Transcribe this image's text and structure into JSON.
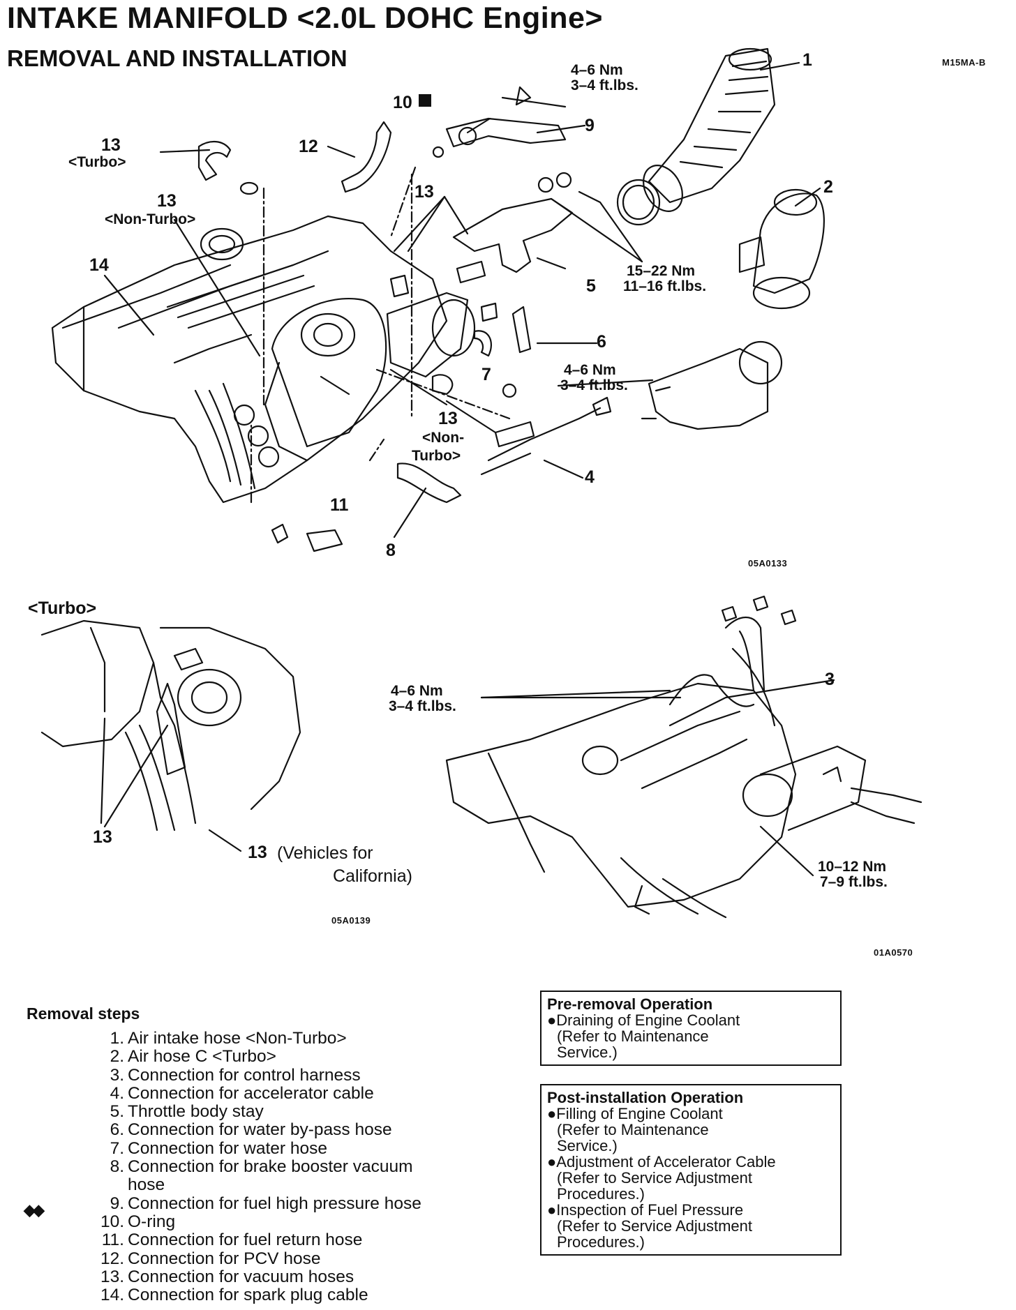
{
  "header": {
    "title": "INTAKE MANIFOLD <2.0L DOHC Engine>",
    "subtitle": "REMOVAL AND INSTALLATION",
    "doc_code": "M15MA-B"
  },
  "figure_top": {
    "code": "05A0133",
    "labels": {
      "l1": "1",
      "l2": "2",
      "l3_none": "",
      "l4": "4",
      "l5": "5",
      "l6": "6",
      "l7": "7",
      "l8": "8",
      "l9": "9",
      "l10": "10",
      "l11": "11",
      "l12": "12",
      "l13_turbo": "13",
      "l13_turbo_tag": "<Turbo>",
      "l13_nonturbo": "13",
      "l13_nonturbo_tag": "<Non-Turbo>",
      "l13_mid": "13",
      "l13_lower": "13",
      "l13_lower_tag_a": "<Non-",
      "l13_lower_tag_b": "Turbo>",
      "l14": "14",
      "torque_a_nm": "4–6 Nm",
      "torque_a_ft": "3–4 ft.lbs.",
      "torque_b_nm": "15–22 Nm",
      "torque_b_ft": "11–16 ft.lbs.",
      "torque_c_nm": "4–6 Nm",
      "torque_c_ft": "3–4 ft.lbs."
    }
  },
  "figure_turbo": {
    "tag": "<Turbo>",
    "code": "05A0139",
    "l13a": "13",
    "l13b": "13",
    "l13b_note_a": "(Vehicles for",
    "l13b_note_b": "California)"
  },
  "figure_harness": {
    "code": "01A0570",
    "l3": "3",
    "torque_d_nm": "4–6 Nm",
    "torque_d_ft": "3–4 ft.lbs.",
    "torque_e_nm": "10–12 Nm",
    "torque_e_ft": "7–9 ft.lbs."
  },
  "removal": {
    "heading": "Removal steps",
    "arrow_mark": "◆◆",
    "steps": [
      {
        "num": "1.",
        "text": "Air intake hose <Non-Turbo>"
      },
      {
        "num": "2.",
        "text": "Air hose C <Turbo>"
      },
      {
        "num": "3.",
        "text": "Connection for control harness"
      },
      {
        "num": "4.",
        "text": "Connection for accelerator cable"
      },
      {
        "num": "5.",
        "text": "Throttle body stay"
      },
      {
        "num": "6.",
        "text": "Connection for water by-pass hose"
      },
      {
        "num": "7.",
        "text": "Connection for water hose"
      },
      {
        "num": "8.",
        "text": "Connection for brake booster vacuum"
      },
      {
        "num": "",
        "text": "hose"
      },
      {
        "num": "9.",
        "text": "Connection for fuel high pressure hose"
      },
      {
        "num": "10.",
        "text": "O-ring"
      },
      {
        "num": "11.",
        "text": "Connection for fuel return hose"
      },
      {
        "num": "12.",
        "text": "Connection for PCV hose"
      },
      {
        "num": "13.",
        "text": "Connection for vacuum hoses"
      },
      {
        "num": "14.",
        "text": "Connection for spark plug cable"
      }
    ]
  },
  "pre_removal": {
    "heading": "Pre-removal Operation",
    "items": [
      {
        "text": "●Draining of Engine Coolant",
        "sub": [
          "(Refer to Maintenance",
          "Service.)"
        ]
      }
    ]
  },
  "post_install": {
    "heading": "Post-installation Operation",
    "items": [
      {
        "text": "●Filling of Engine Coolant",
        "sub": [
          "(Refer to Maintenance",
          "Service.)"
        ]
      },
      {
        "text": "●Adjustment of Accelerator Cable",
        "sub": [
          "(Refer to Service Adjustment",
          "Procedures.)"
        ]
      },
      {
        "text": "●Inspection of Fuel Pressure",
        "sub": [
          "(Refer to Service Adjustment",
          "Procedures.)"
        ]
      }
    ]
  }
}
